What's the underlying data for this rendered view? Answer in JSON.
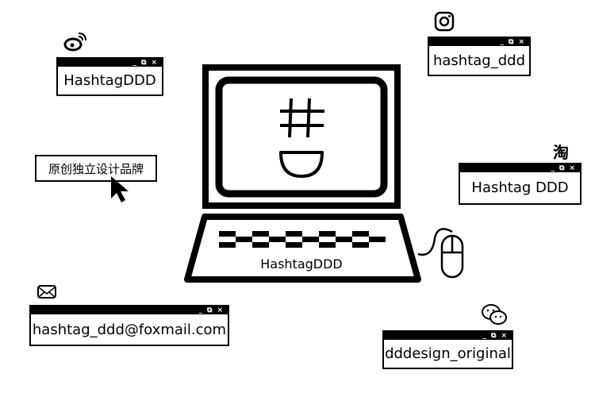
{
  "windows": {
    "weibo": {
      "icon": "weibo-icon",
      "text": "HashtagDDD"
    },
    "instagram": {
      "icon": "instagram-icon",
      "text": "hashtag_ddd"
    },
    "taobao": {
      "icon": "taobao-icon",
      "icon_glyph": "淘",
      "text": "Hashtag DDD"
    },
    "email": {
      "icon": "mail-icon",
      "text": "hashtag_ddd@foxmail.com"
    },
    "wechat": {
      "icon": "wechat-icon",
      "text": "dddesign_original"
    }
  },
  "controls": {
    "minimize": "_",
    "restore": "⧉",
    "close": "×"
  },
  "tagline": "原创独立设计品牌",
  "computer": {
    "keyboard_label": "HashtagDDD",
    "screen_logo": "hashtag-logo"
  }
}
